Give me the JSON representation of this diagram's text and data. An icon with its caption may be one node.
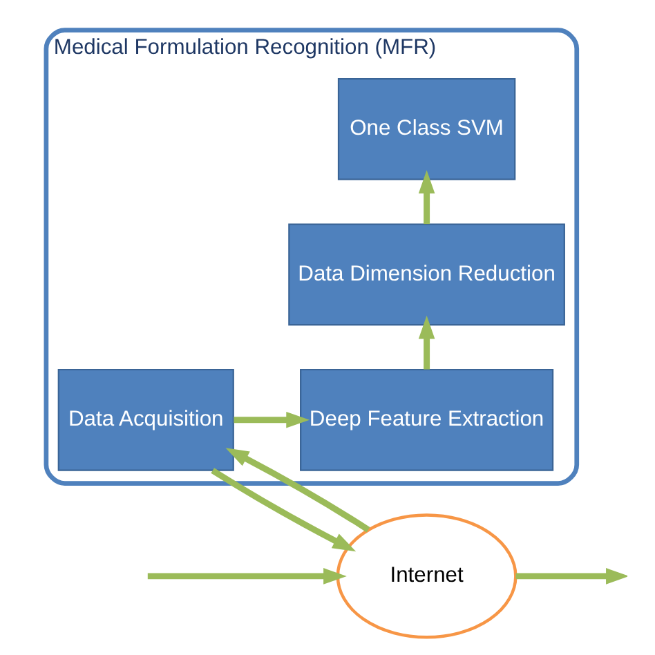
{
  "diagram": {
    "nodes": [
      {
        "text": [
          "Medical Formulation Recognition (MFR)"
        ]
      },
      {
        "text": [
          "Internet"
        ]
      },
      {
        "text": [
          "Data Acquisition"
        ],
        "in": 0
      },
      {
        "text": [
          "Deep Feature Extraction"
        ],
        "in": 0
      },
      {
        "text": [
          "Data Dimension Reduction"
        ],
        "in": 0
      },
      {
        "text": [
          "One Class SVM"
        ],
        "in": 0
      }
    ],
    "edges": [
      {
        "from": null,
        "to": 1,
        "arrow": "to"
      },
      {
        "from": 1,
        "to": 2,
        "arrow": "to"
      },
      {
        "from": 2,
        "to": 1,
        "arrow": "to"
      },
      {
        "from": 1,
        "to": null,
        "arrow": "to"
      },
      {
        "from": 2,
        "to": 3,
        "arrow": "to"
      },
      {
        "from": 3,
        "to": 4,
        "arrow": "to"
      },
      {
        "from": 4,
        "to": 5,
        "arrow": "to"
      }
    ]
  }
}
